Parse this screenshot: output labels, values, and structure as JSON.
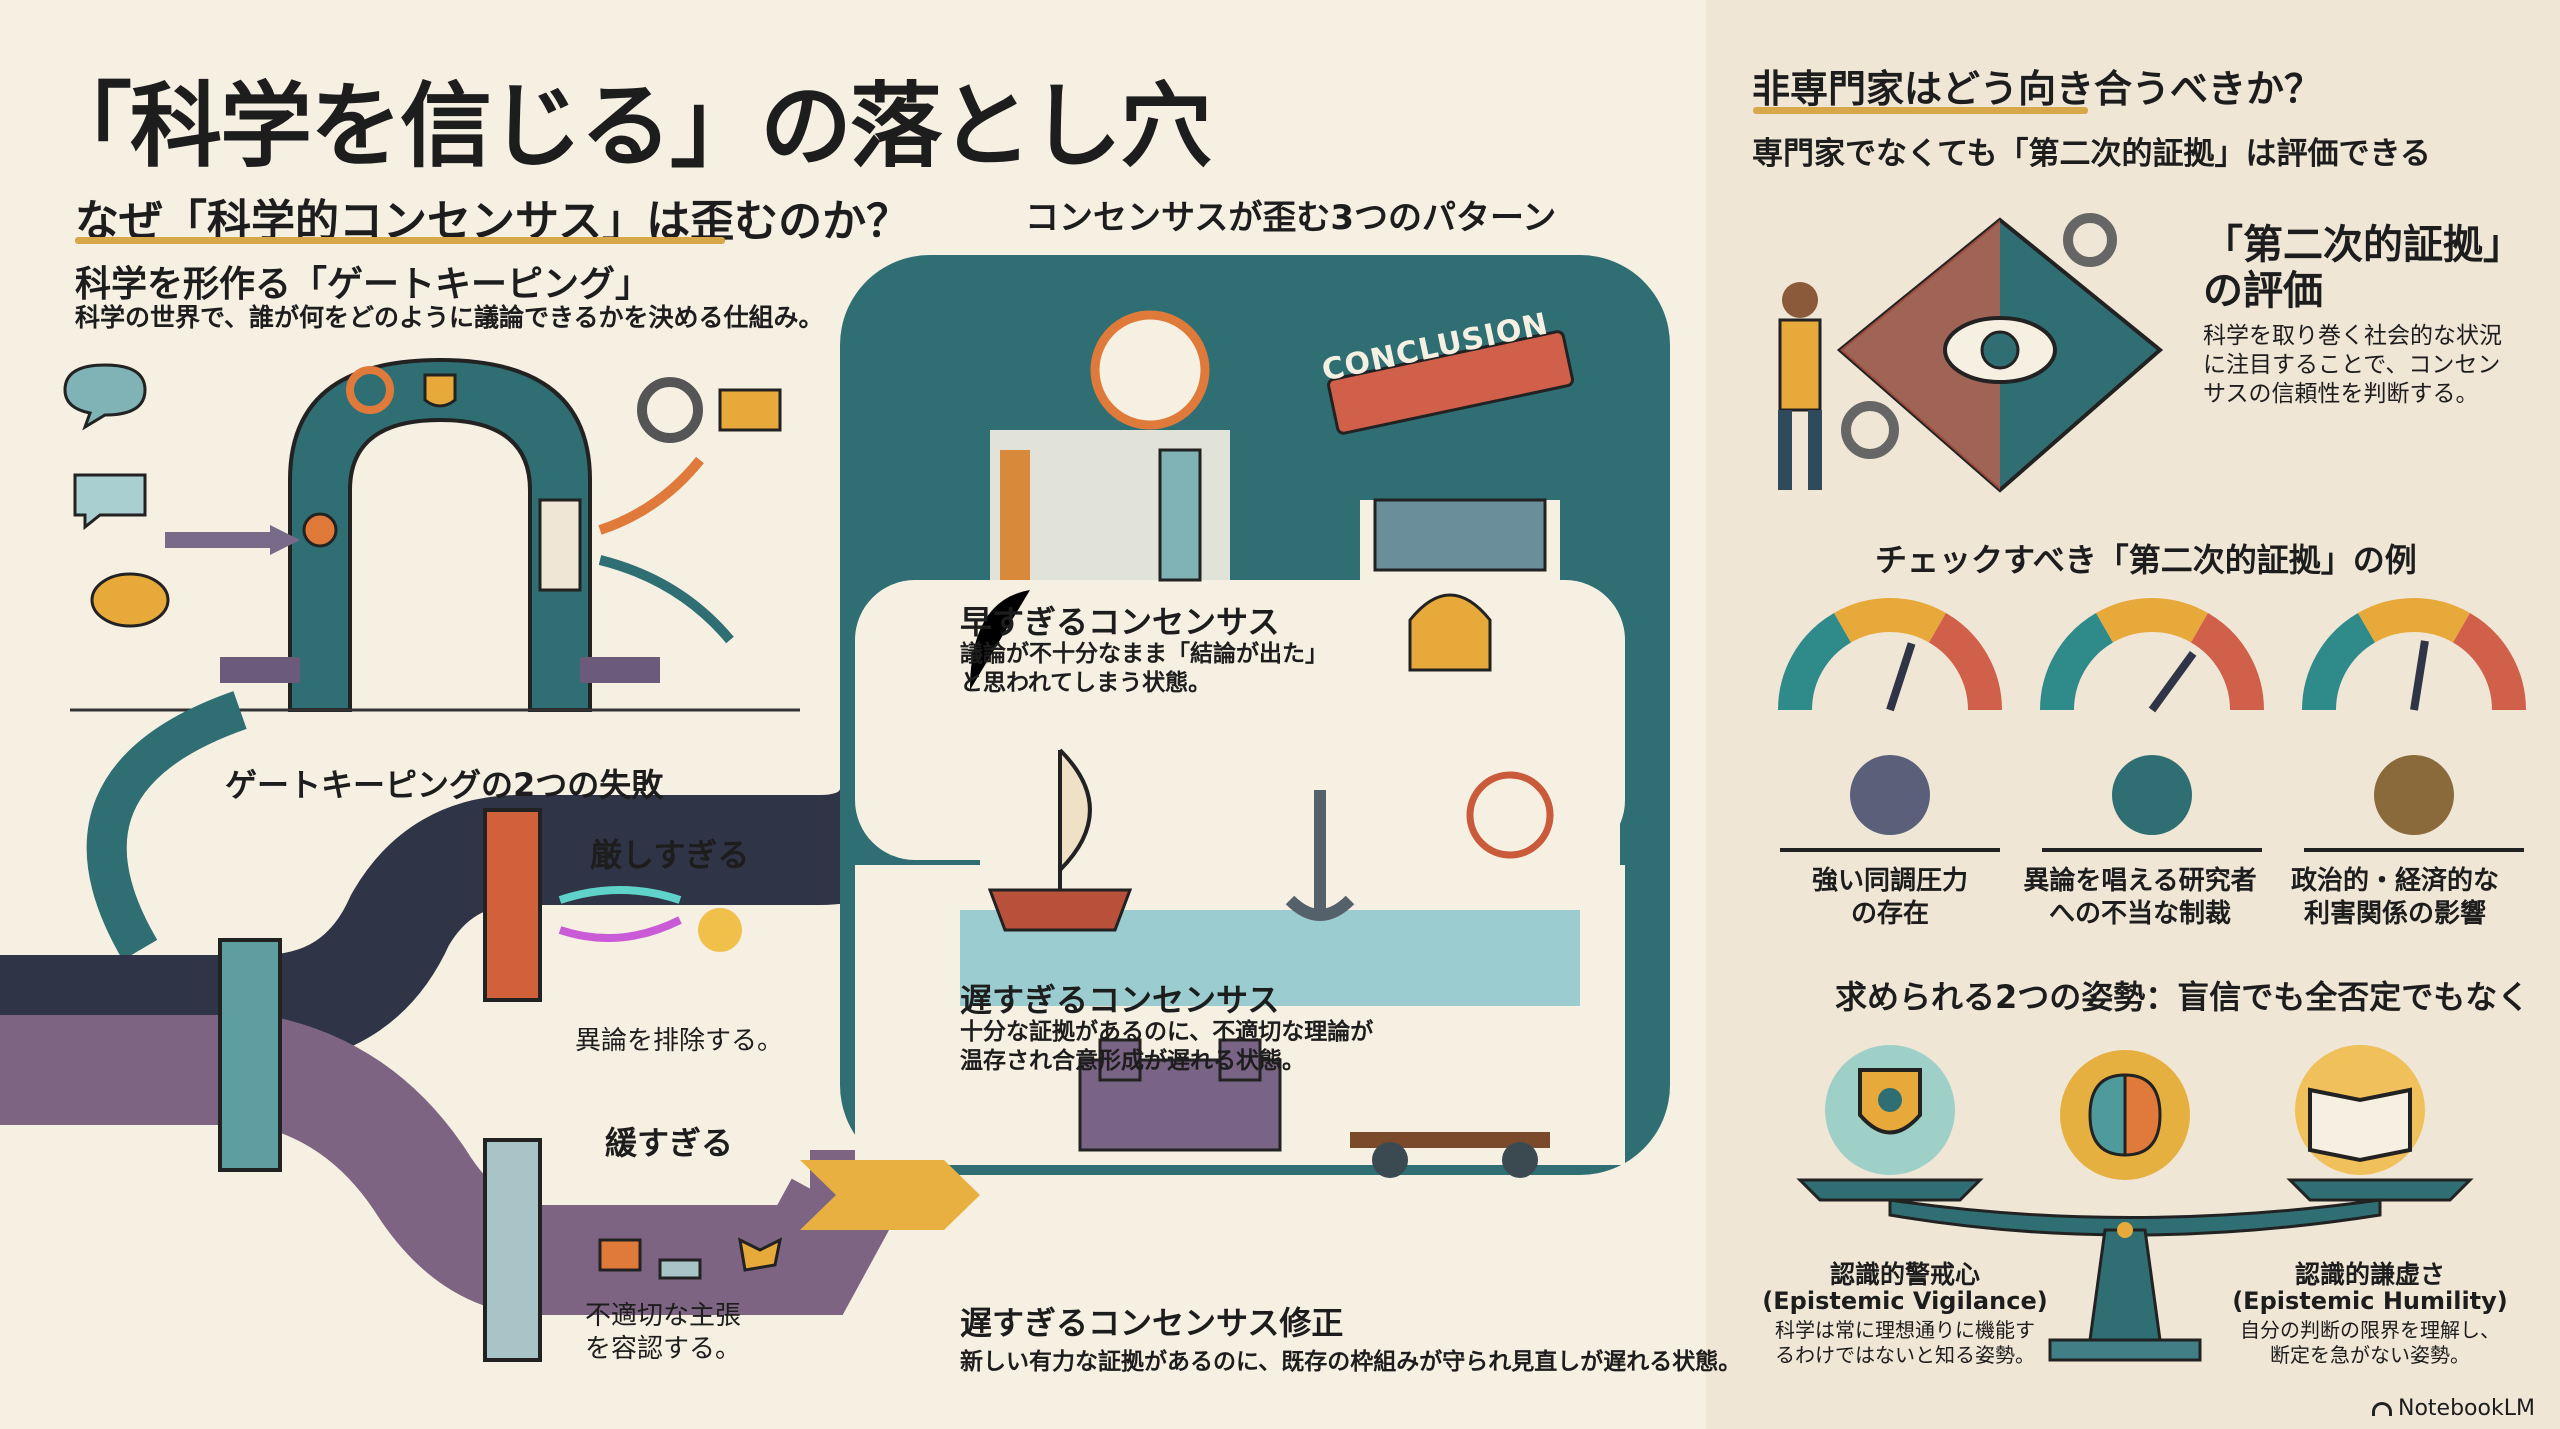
{
  "title": "「科学を信じる」の落とし穴",
  "left": {
    "heading": "なぜ「科学的コンセンサス」は歪むのか？",
    "gatekeeping_title": "科学を形作る「ゲートキーピング」",
    "gatekeeping_desc": "科学の世界で、誰が何をどのように議論できるかを決める仕組み。",
    "failures_title": "ゲートキーピングの2つの失敗",
    "failures": [
      {
        "label": "厳しすぎる",
        "desc": "異論を排除する。"
      },
      {
        "label": "緩すぎる",
        "desc": "不適切な主張\nを容認する。"
      }
    ]
  },
  "center": {
    "heading": "コンセンサスが歪む3つのパターン",
    "conclusion_sign": "CONCLUSION",
    "patterns": [
      {
        "title": "早すぎるコンセンサス",
        "desc": "議論が不十分なまま「結論が出た」\nと思われてしまう状態。"
      },
      {
        "title": "遅すぎるコンセンサス",
        "desc": "十分な証拠があるのに、不適切な理論が\n温存され合意形成が遅れる状態。"
      },
      {
        "title": "遅すぎるコンセンサス修正",
        "desc": "新しい有力な証拠があるのに、既存の枠組みが守られ見直しが遅れる状態。"
      }
    ]
  },
  "right": {
    "heading": "非専門家はどう向き合うべきか？",
    "subheading": "専門家でなくても「第二次的証拠」は評価できる",
    "evaluation_title": "「第二次的証拠」\nの評価",
    "evaluation_desc": "科学を取り巻く社会的な状況\nに注目することで、コンセン\nサスの信頼性を判断する。",
    "check_title": "チェックすべき「第二次的証拠」の例",
    "checks": [
      {
        "label": "強い同調圧力\nの存在",
        "gauge": 0.6
      },
      {
        "label": "異論を唱える研究者\nへの不当な制裁",
        "gauge": 0.7
      },
      {
        "label": "政治的・経済的な\n利害関係の影響",
        "gauge": 0.55
      }
    ],
    "stance_title": "求められる2つの姿勢：盲信でも全否定でもなく",
    "stances": [
      {
        "name": "認識的警戒心",
        "en": "(Epistemic Vigilance)",
        "desc": "科学は常に理想通りに機能す\nるわけではないと知る姿勢。"
      },
      {
        "name": "認識的謙虚さ",
        "en": "(Epistemic Humility)",
        "desc": "自分の判断の限界を理解し、\n断定を急がない姿勢。"
      }
    ]
  },
  "brand": "NotebookLM",
  "colors": {
    "teal": "#2f6f73",
    "dark_teal": "#1f4e57",
    "orange": "#e07a3a",
    "gold": "#e6a93a",
    "purple": "#6c5a7a",
    "navy": "#2f3447",
    "cream": "#f6f0e3"
  }
}
